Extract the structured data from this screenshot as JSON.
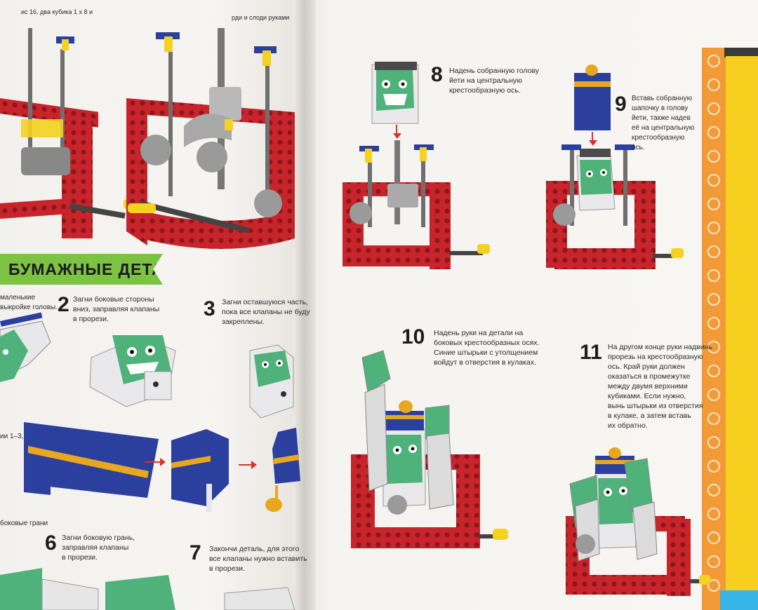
{
  "banner": {
    "title": "БУМАЖНЫЕ ДЕТАЛИ"
  },
  "left_page": {
    "top_fragment": "ис 16, два кубика 1 х 8 и",
    "top_fragment_2": "рди и слоди руками",
    "partial_1": "маленькие",
    "partial_2": "выкройке головы.",
    "partial_3": "ии 1–3,",
    "partial_4": "боковые грани",
    "steps": [
      {
        "num": "2",
        "lines": [
          "Загни боковые стороны",
          "вниз, заправляя клапаны",
          "в прорези."
        ]
      },
      {
        "num": "3",
        "lines": [
          "Загни оставшуюся часть,",
          "пока все клапаны не буду",
          "закреплены."
        ]
      },
      {
        "num": "6",
        "lines": [
          "Загни боковую грань,",
          "заправляя клапаны",
          "в прорези."
        ]
      },
      {
        "num": "7",
        "lines": [
          "Закончи деталь, для этого",
          "все клапаны нужно вставить",
          "в прорези."
        ]
      }
    ]
  },
  "right_page": {
    "steps": [
      {
        "num": "8",
        "lines": [
          "Надень собранную голову",
          "йети на центральную",
          "крестообразную ось."
        ]
      },
      {
        "num": "9",
        "lines": [
          "Вставь собранную",
          "шапочку в голову",
          "йети, также надев",
          "её на центральную",
          "крестообразную",
          "ось."
        ]
      },
      {
        "num": "10",
        "lines": [
          "Надень руки на детали на",
          "боковых крестообразных осях.",
          "Синие штырьки с утолщением",
          "войдут в отверстия в кулаках."
        ]
      },
      {
        "num": "11",
        "lines": [
          "На другом конце руки надвинь",
          "прорезь на крестообразную",
          "ось. Край руки должен",
          "оказаться в промежутке",
          "между двумя верхними",
          "кубиками. Если нужно,",
          "вынь штырьки из отверстия",
          "в кулаке, а затем вставь",
          "их обратно."
        ]
      }
    ]
  },
  "colors": {
    "brick_red": "#c8242b",
    "brick_blue": "#2a3f9e",
    "yeti_green": "#4fb27a",
    "banner_green": "#7cc243",
    "accent_yellow": "#f4d21f",
    "orange_strip": "#f29a36"
  }
}
